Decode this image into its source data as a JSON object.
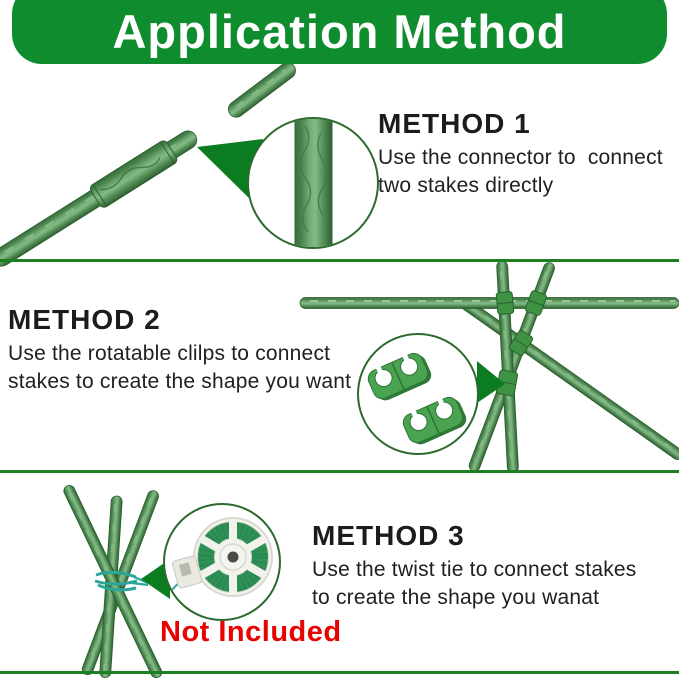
{
  "banner": {
    "title": "Application Method"
  },
  "methods": [
    {
      "heading": "METHOD 1",
      "line1": "Use the connector to  connect",
      "line2": "two stakes directly"
    },
    {
      "heading": "METHOD 2",
      "line1": "Use the rotatable clilps to connect",
      "line2": "stakes to create the shape you want"
    },
    {
      "heading": "METHOD 3",
      "line1": "Use the twist tie to connect stakes",
      "line2": "to create the shape you wanat",
      "note": "Not Included"
    }
  ],
  "icons": {
    "method1_closeup": "connector-closeup-circle",
    "method2_closeup": "rotatable-clips-closeup-circle",
    "method3_closeup": "twist-tie-spool-closeup-circle",
    "pointer": "callout-pointer-triangle"
  },
  "colors": {
    "banner_green": "#0f8c2d",
    "divider_green": "#1e7e22",
    "stake_green": "#5a9c60",
    "pointer_green": "#0b7c20",
    "circle_outline_green": "#2d6a2f",
    "clip_green": "#4aa350",
    "tie_teal": "#2ba69b",
    "spool_wire_green": "#2e9156",
    "note_red": "#e60300",
    "heading_text": "#1c1c1c",
    "body_text": "#202020"
  }
}
